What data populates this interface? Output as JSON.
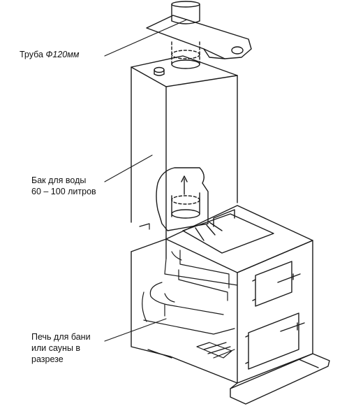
{
  "labels": {
    "pipe": {
      "text": "Труба",
      "size": "Ф120мм"
    },
    "tank": {
      "line1": "Бак для воды",
      "line2": "60 – 100 литров"
    },
    "stove": {
      "line1": "Печь для бани",
      "line2": "или сауны в",
      "line3": "разрезе"
    }
  },
  "colors": {
    "ink": "#1a1a1a",
    "background": "#ffffff"
  }
}
